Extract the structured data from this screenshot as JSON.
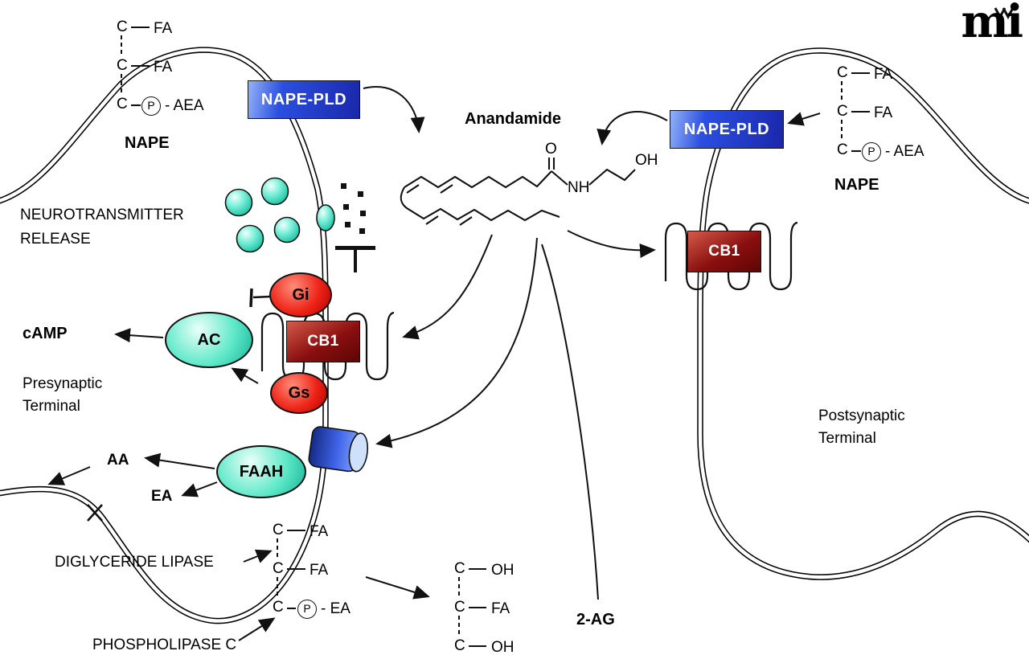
{
  "colors": {
    "text": "#000000",
    "enzyme_blue": "#2b4fe0",
    "receptor_maroon": "#8a0f0f",
    "gprotein_red": "#ee2418",
    "vesicle_teal": "#14b295"
  },
  "logo": {
    "text": "mi"
  },
  "enzymes": {
    "nape_pld_left": "NAPE-PLD",
    "nape_pld_right": "NAPE-PLD",
    "ac": "AC",
    "faah": "FAAH"
  },
  "receptors": {
    "cb1_left": "CB1",
    "cb1_right": "CB1"
  },
  "g_proteins": {
    "gi": "Gi",
    "gs": "Gs"
  },
  "labels": {
    "anandamide": "Anandamide",
    "neuro1": "NEUROTRANSMITTER",
    "neuro2": "RELEASE",
    "camp": "cAMP",
    "pre1": "Presynaptic",
    "pre2": "Terminal",
    "post1": "Postsynaptic",
    "post2": "Terminal",
    "aa": "AA",
    "ea": "EA",
    "dgl": "DIGLYCERIDE LIPASE",
    "plc": "PHOSPHOLIPASE C",
    "two_ag": "2-AG",
    "nape_left": "NAPE",
    "nape_right": "NAPE"
  },
  "atoms": {
    "c": "C",
    "fa": "FA",
    "p": "P",
    "aea": "- AEA",
    "ea": "- EA",
    "oh": "OH",
    "o": "O",
    "nh": "NH"
  }
}
